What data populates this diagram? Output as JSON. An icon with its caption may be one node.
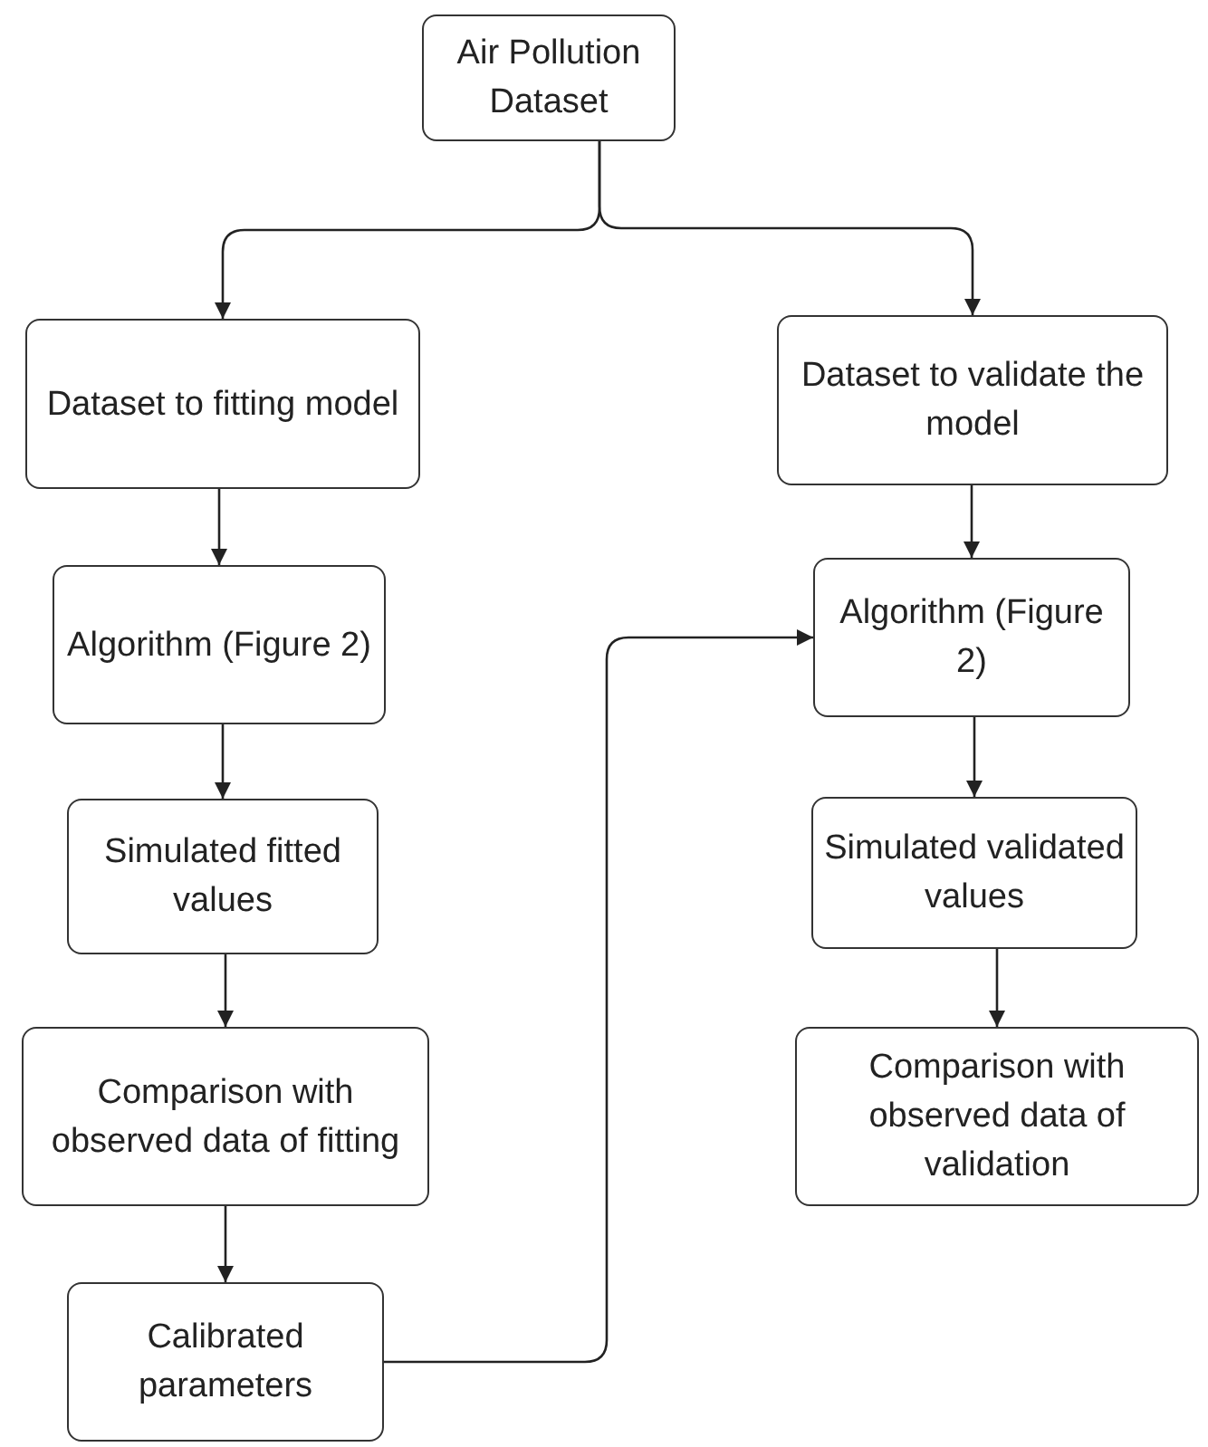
{
  "diagram": {
    "nodes": [
      {
        "text": [
          "Air Pollution Dataset"
        ]
      },
      {
        "text": [
          "Dataset to fitting model"
        ]
      },
      {
        "text": [
          "Dataset to validate the model"
        ]
      },
      {
        "text": [
          "Algorithm (Figure 2)"
        ]
      },
      {
        "text": [
          "Algorithm (Figure 2)"
        ]
      },
      {
        "text": [
          "Simulated fitted values"
        ]
      },
      {
        "text": [
          "Simulated validated values"
        ]
      },
      {
        "text": [
          "Comparison with observed data of fitting"
        ]
      },
      {
        "text": [
          "Comparison with observed data of validation"
        ]
      },
      {
        "text": [
          "Calibrated parameters"
        ]
      }
    ],
    "edges": [
      {
        "from": 0,
        "to": 1,
        "arrow": "to"
      },
      {
        "from": 0,
        "to": 2,
        "arrow": "to"
      },
      {
        "from": 1,
        "to": 3,
        "arrow": "to"
      },
      {
        "from": 3,
        "to": 5,
        "arrow": "to"
      },
      {
        "from": 5,
        "to": 7,
        "arrow": "to"
      },
      {
        "from": 7,
        "to": 9,
        "arrow": "to"
      },
      {
        "from": 2,
        "to": 4,
        "arrow": "to"
      },
      {
        "from": 4,
        "to": 6,
        "arrow": "to"
      },
      {
        "from": 6,
        "to": 8,
        "arrow": "to"
      },
      {
        "from": 9,
        "to": 4,
        "arrow": "to"
      }
    ]
  }
}
